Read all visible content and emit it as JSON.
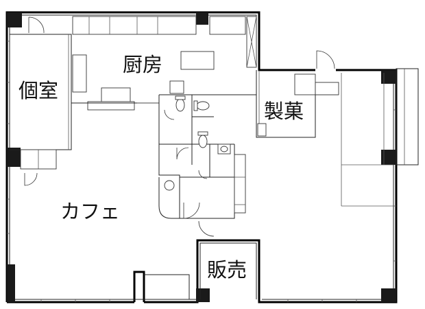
{
  "floor_plan": {
    "rooms": {
      "kitchen": "厨房",
      "private_room": "個室",
      "confectionery": "製菓",
      "cafe": "カフェ",
      "sales": "販売"
    }
  }
}
